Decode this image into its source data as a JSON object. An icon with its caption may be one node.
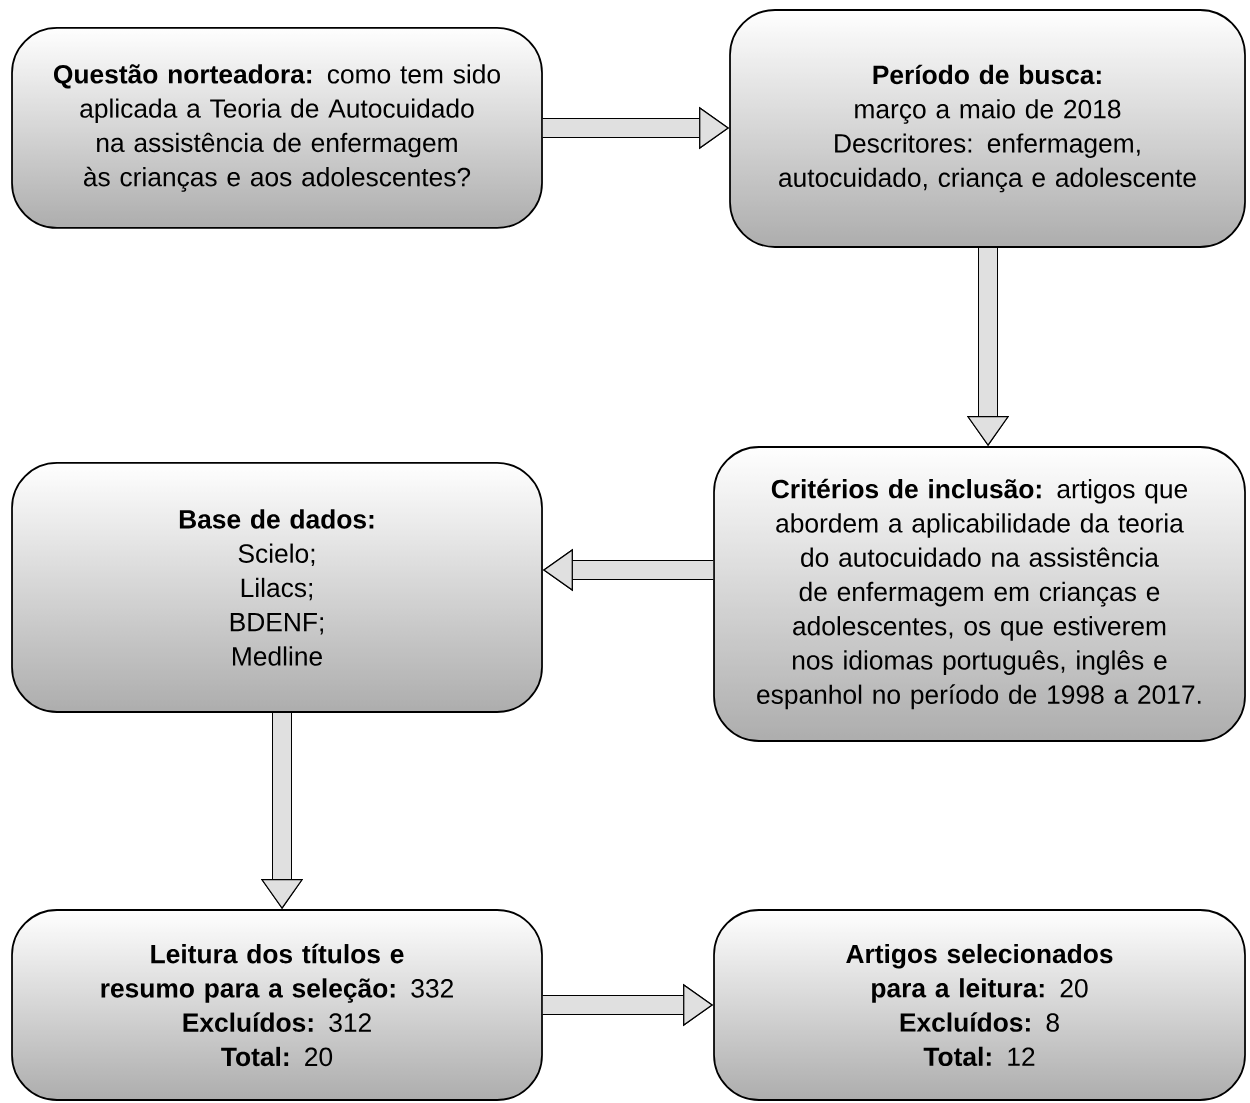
{
  "diagram": {
    "nodes": [
      {
        "text": [
          "**Questão norteadora:** como tem sido aplicada a Teoria de Autocuidado na assistência de enfermagem às crianças e aos adolescentes?"
        ]
      },
      {
        "text": [
          "**Período de busca:** março a maio de 2018",
          "Descritores: enfermagem, autocuidado, criança e adolescente"
        ]
      },
      {
        "text": [
          "**Critérios de inclusão:** artigos que abordem a aplicabilidade da teoria do autocuidado na assistência de enfermagem em crianças e adolescentes, os que estiverem nos idiomas português, inglês e espanhol no período de 1998 a 2017."
        ]
      },
      {
        "text": [
          "Base de dados:",
          "Scielo;",
          "Lilacs;",
          "BDENF;",
          "Medline"
        ]
      },
      {
        "text": [
          "**Leitura dos títulos e resumo para a seleção:** 332",
          "**Excluídos:** 312",
          "**Total:** 20"
        ]
      },
      {
        "text": [
          "**Artigos selecionados para a leitura:** 20",
          "**Excluídos:** 8",
          "**Total:** 12"
        ]
      }
    ],
    "edges": [
      {
        "from": 0,
        "to": 1,
        "arrow": "to"
      },
      {
        "from": 1,
        "to": 2,
        "arrow": "to"
      },
      {
        "from": 2,
        "to": 3,
        "arrow": "to"
      },
      {
        "from": 3,
        "to": 4,
        "arrow": "to"
      },
      {
        "from": 4,
        "to": 5,
        "arrow": "to"
      }
    ]
  }
}
